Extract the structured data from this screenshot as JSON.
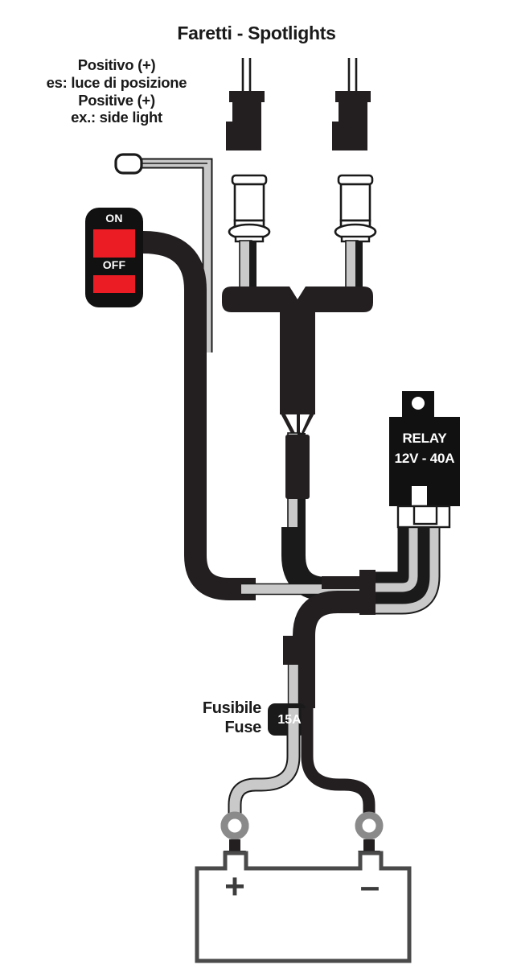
{
  "diagram": {
    "title": "Faretti - Spotlights",
    "labels": {
      "positive_source": "Positivo (+)\nes: luce di posizione\nPositive (+)\nex.: side light",
      "fuse": "Fusibile\nFuse"
    },
    "switch": {
      "on_label": "ON",
      "off_label": "OFF",
      "body_color": "#111111",
      "indicator_color": "#ec1c24"
    },
    "relay": {
      "name": "RELAY",
      "rating": "12V - 40A",
      "body_color": "#111111",
      "text_color": "#ffffff"
    },
    "fuse": {
      "rating": "15A",
      "body_color": "#1a1a1a",
      "text_color": "#ffffff"
    },
    "battery": {
      "positive_terminal": "+",
      "negative_terminal": "–",
      "outline_color": "#4a4a4a"
    },
    "wires": {
      "positive_color": "#c9c9c9",
      "negative_color": "#1a1a1a",
      "outline_color": "#1a1a1a"
    },
    "components": {
      "spotlight_left": "spotlight-connector-left",
      "spotlight_right": "spotlight-connector-right",
      "splitter": "y-harness-splitter",
      "ring_terminal_positive": "ring-terminal-positive",
      "ring_terminal_negative": "ring-terminal-negative"
    }
  }
}
